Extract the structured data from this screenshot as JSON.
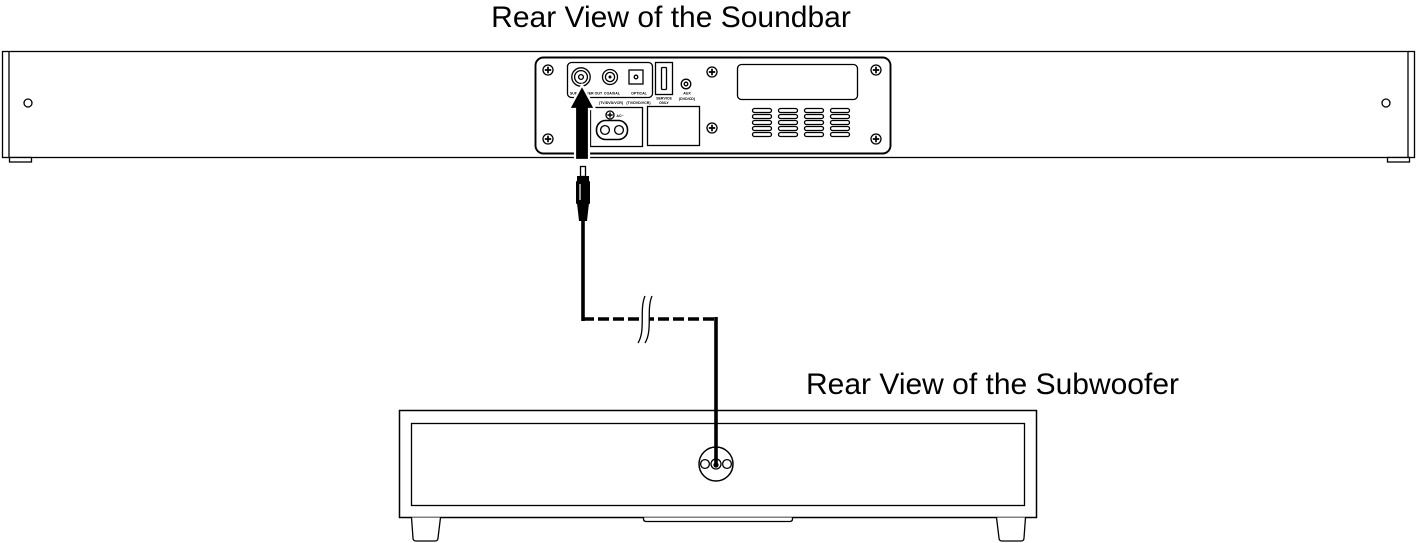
{
  "titles": {
    "soundbar": "Rear View of the Soundbar",
    "subwoofer": "Rear View of the Subwoofer"
  },
  "soundbar_panel": {
    "subwoofer_out_label": "SUBWOOFER OUT",
    "coaxial_label": "COAXIAL",
    "optical_label": "OPTICAL",
    "coaxial_note": "(TV/DVD/VCR)",
    "optical_note": "(TV/DVD/VCR)",
    "power_label": "AC~",
    "service_label_line1": "SERVICE",
    "service_label_line2": "ONLY",
    "aux_label": "AUX",
    "aux_note": "(DVD/CD)"
  },
  "icons": {
    "direction_arrow": "arrow-up-icon",
    "screw": "screw-icon",
    "power_socket": "power-socket-icon",
    "cable_plug": "rca-plug-icon",
    "cable_break": "cable-break-icon"
  },
  "colors": {
    "line": "#000000",
    "background": "#ffffff"
  }
}
